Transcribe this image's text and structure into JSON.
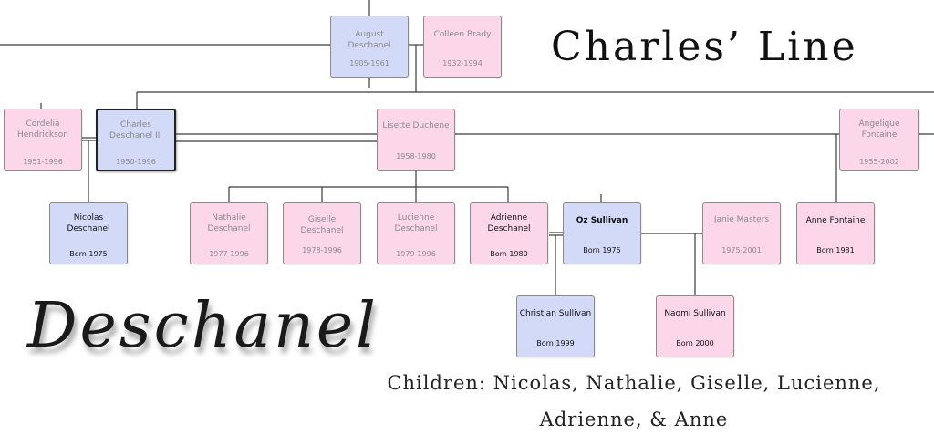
{
  "title": "Charles’ Line",
  "surname": "Deschanel",
  "children_caption": "Children: Nicolas, Nathalie, Giselle, Lucienne, Adrienne, & Anne",
  "people": {
    "august": {
      "name": "August Deschanel",
      "dates": "1905-1961"
    },
    "colleen": {
      "name": "Colleen Brady",
      "dates": "1932-1994"
    },
    "cordelia": {
      "name": "Cordelia Hendrickson",
      "dates": "1951-1996"
    },
    "charles": {
      "name": "Charles Deschanel III",
      "dates": "1950-1996"
    },
    "lisette": {
      "name": "Lisette Duchene",
      "dates": "1958-1980"
    },
    "angelique": {
      "name": "Angelique Fontaine",
      "dates": "1955-2002"
    },
    "nicolas": {
      "name": "Nicolas Deschanel",
      "dates": "Born 1975"
    },
    "nathalie": {
      "name": "Nathalie Deschanel",
      "dates": "1977-1996"
    },
    "giselle": {
      "name": "Giselle Deschanel",
      "dates": "1978-1996"
    },
    "lucienne": {
      "name": "Lucienne Deschanel",
      "dates": "1979-1996"
    },
    "adrienne": {
      "name": "Adrienne Deschanel",
      "dates": "Born 1980"
    },
    "oz": {
      "name": "Oz Sullivan",
      "dates": "Born 1975"
    },
    "janie": {
      "name": "Janie Masters",
      "dates": "1975-2001"
    },
    "anne": {
      "name": "Anne Fontaine",
      "dates": "Born 1981"
    },
    "christian": {
      "name": "Christian Sullivan",
      "dates": "Born 1999"
    },
    "naomi": {
      "name": "Naomi Sullivan",
      "dates": "Born 2000"
    }
  }
}
